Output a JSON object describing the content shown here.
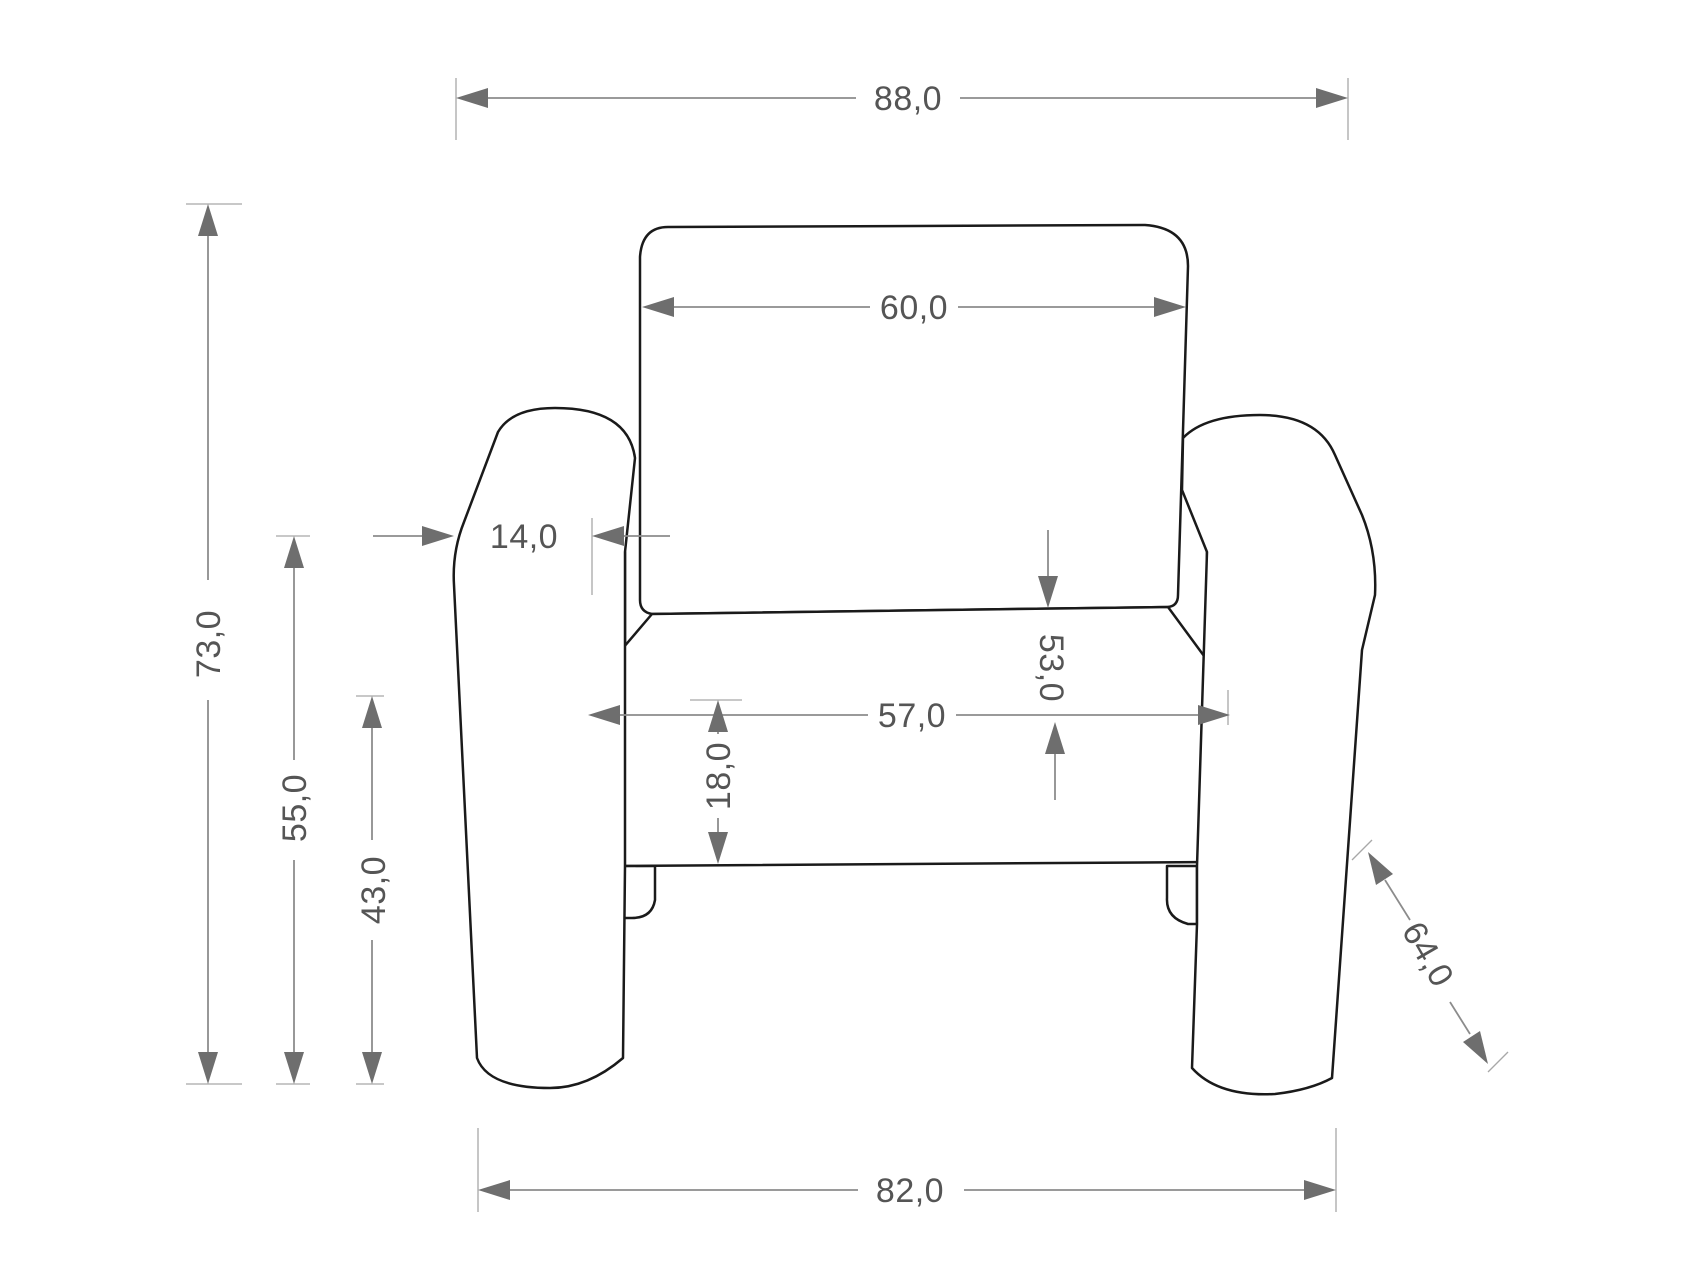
{
  "drawing": {
    "subject": "armchair front view",
    "dimensions": {
      "overall_width": "88,0",
      "backrest_width": "60,0",
      "armrest_width": "14,0",
      "seat_depth": "53,0",
      "seat_width": "57,0",
      "seat_cushion_height": "18,0",
      "overall_height": "73,0",
      "armrest_height": "55,0",
      "seat_height": "43,0",
      "depth": "64,0",
      "base_width": "82,0"
    },
    "colors": {
      "outline": "#1a1a1a",
      "dimension_line": "#8c8c8c",
      "dimension_text": "#555555",
      "background": "#ffffff"
    }
  }
}
